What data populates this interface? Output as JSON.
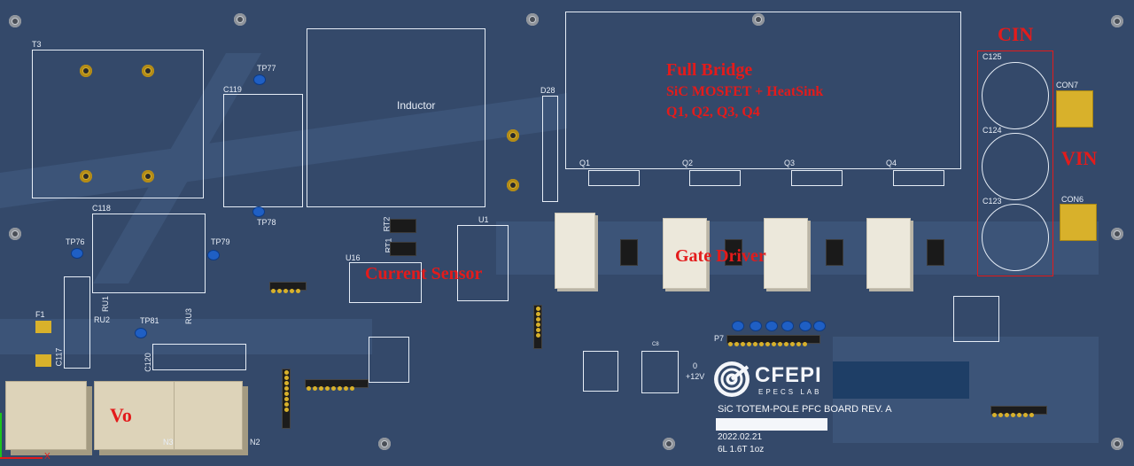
{
  "board": {
    "colors": {
      "pcb": "#34496a",
      "silk": "#e6edf6",
      "annotation": "#e31b1b",
      "pad": "#d8b12b",
      "test_point": "#1f5fc4"
    }
  },
  "annotations": {
    "full_bridge": "Full Bridge",
    "sic_mosfet": "SiC MOSFET + HeatSink",
    "q_list": "Q1, Q2, Q3, Q4",
    "cin": "CIN",
    "vin": "VIN",
    "current_sensor": "Current Sensor",
    "gate_driver": "Gate Driver",
    "vo": "Vo"
  },
  "labels": {
    "t3": "T3",
    "tp77": "TP77",
    "c119": "C119",
    "tp78": "TP78",
    "inductor": "Inductor",
    "d28": "D28",
    "c118": "C118",
    "tp76": "TP76",
    "tp79": "TP79",
    "rt2": "RT2",
    "rt1": "RT1",
    "u1": "U1",
    "u16": "U16",
    "f1": "F1",
    "ru1": "RU1",
    "ru2": "RU2",
    "tp81": "TP81",
    "ru3": "RU3",
    "c117": "C117",
    "c120": "C120",
    "q1": "Q1",
    "q2": "Q2",
    "q3": "Q3",
    "q4": "Q4",
    "c125": "C125",
    "c124": "C124",
    "c123": "C123",
    "con7": "CON7",
    "con6": "CON6",
    "p7": "P7",
    "c8": "C8",
    "zero": "0",
    "plus12v": "+12V",
    "n3": "N3",
    "n2": "N2",
    "x_axis": "X"
  },
  "logo": {
    "name": "CFEPI",
    "subtitle": "EPECS LAB"
  },
  "board_info": {
    "title": "SiC TOTEM-POLE PFC BOARD REV. A",
    "date": "2022.02.21",
    "spec": "6L 1.6T 1oz"
  }
}
